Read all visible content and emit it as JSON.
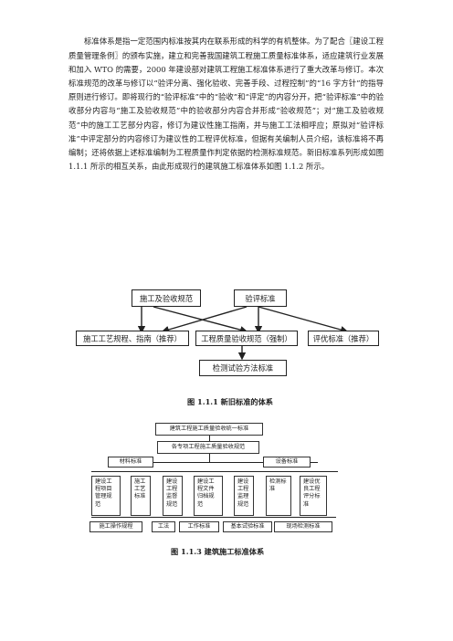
{
  "paragraph": "标准体系是指一定范围内标准按其内在联系形成的科学的有机整体。为了配合〖建设工程质量管理条例〗的颁布实施，建立和完善我国建筑工程施工质量标准体系，适应建筑行业发展和加入 WTO 的需要，2000 年建设部对建筑工程施工标准体系进行了重大改革与修订。本次标准规范的改革与修订以“验评分离、强化验收、完善手段、过程控制”的“16 字方针”的指导原则进行修订。即将现行的“验评标准”中的“验收”和“评定”的内容分开，把“验评标准”中的验收部分内容与“施工及验收规范”中的验收部分内容合并形成“验收规范”；对“施工及验收规范”中的施工工艺部分内容，修订为建议性施工指南，并与施工工法相呼应；原拟对“验评标准”中评定部分的内容修订为建议性的工程评优标准，但据有关编制人员介绍，该标准将不再编制；还将依据上述标准编制为工程质量作判定依据的检测标准规范。新旧标准系列形成如图 1.1.1 所示的相互关系，由此形成现行的建筑施工标准体系如图 1.1.2 所示。",
  "figure1": {
    "box_construction_acceptance": "施工及验收规范",
    "box_evaluation_standard": "验评标准",
    "box_process_guide": "施工工艺规程、指南（推荐）",
    "box_quality_acceptance": "工程质量验收规范（强制）",
    "box_excellence_standard": "评优标准（推荐）",
    "box_testing_methods": "检测试验方法标准",
    "caption": "图 1.1.1 新旧标准的体系"
  },
  "figure2": {
    "top": "建筑工程施工质量验收统一标准",
    "second": "各专项工程施工质量验收规范",
    "materials": "材料标准",
    "equipment": "设备标准",
    "columns": [
      "建设工程项目管理规范",
      "施工工艺标准",
      "建设工程监督规范",
      "建设工程文件归档规范",
      "建设工程监理规范",
      "检测标准",
      "建设优良工程评分标准"
    ],
    "bottom": [
      "施工操作规程",
      "工法",
      "工作标准",
      "基本试验标准",
      "现场检测标准"
    ],
    "caption": "图 1.1.3 建筑施工标准体系"
  }
}
